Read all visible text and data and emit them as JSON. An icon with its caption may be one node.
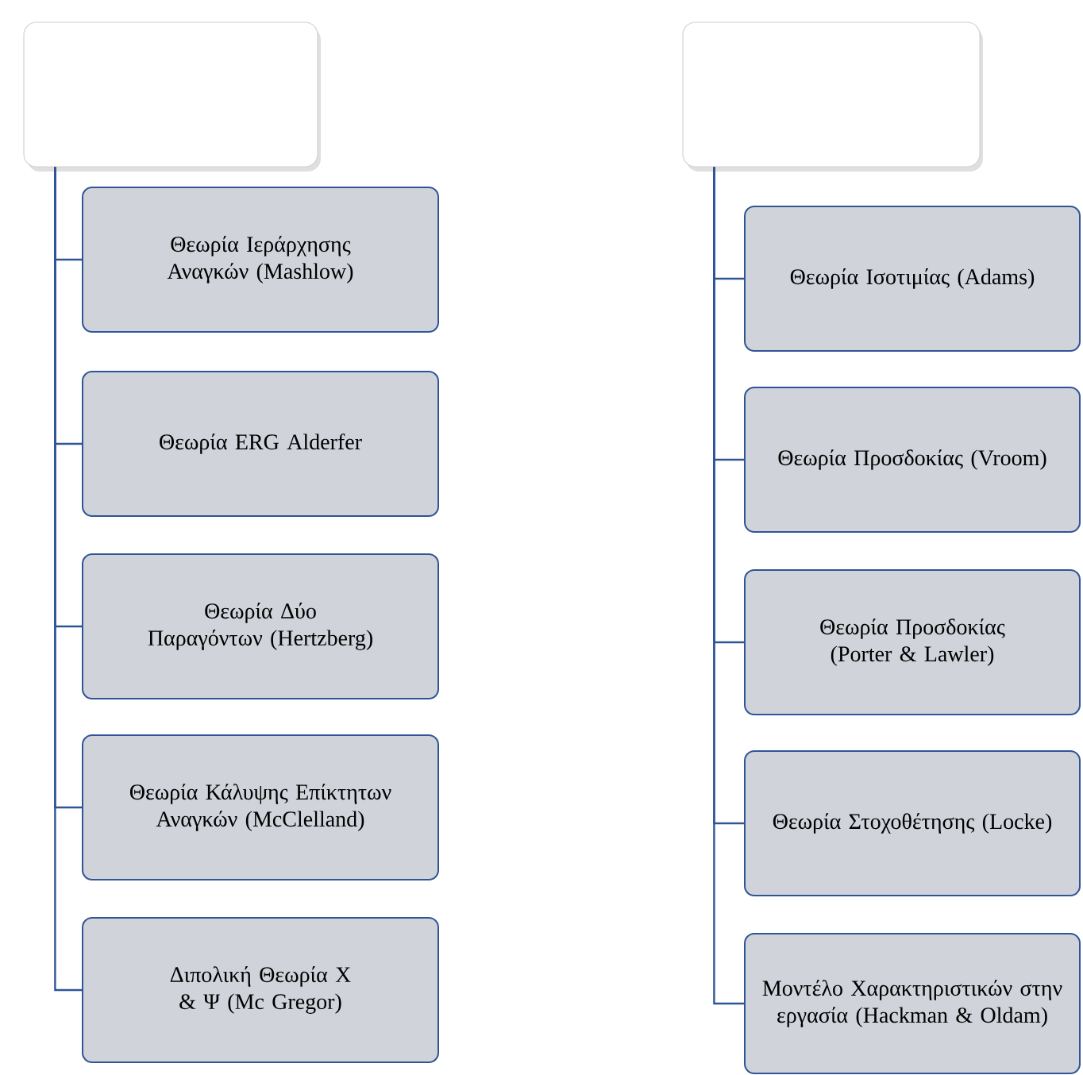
{
  "diagram": {
    "nodes": [
      {
        "text": [],
        "shape": "box"
      },
      {
        "text": [
          "Θεωρία Ιεράρχησης Αναγκών (Mashlow)"
        ]
      },
      {
        "text": [
          "Θεωρία ERG Alderfer"
        ]
      },
      {
        "text": [
          "Θεωρία Δύο Παραγόντων (Hertzberg)"
        ]
      },
      {
        "text": [
          "Θεωρία Κάλυψης Επίκτητων Αναγκών (McClelland)"
        ]
      },
      {
        "text": [
          "Διπολική Θεωρία Χ & Ψ (Mc Gregor)"
        ]
      },
      {
        "text": [],
        "shape": "box"
      },
      {
        "text": [
          "Θεωρία Ισοτιμίας (Adams)"
        ]
      },
      {
        "text": [
          "Θεωρία Προσδοκίας (Vroom)"
        ]
      },
      {
        "text": [
          "Θεωρία Προσδοκίας (Porter & Lawler)"
        ]
      },
      {
        "text": [
          "Θεωρία Στοχοθέτησης (Locke)"
        ]
      },
      {
        "text": [
          "Μοντέλο Χαρακτηριστικών στην εργασία (Hackman & Oldam)"
        ]
      }
    ],
    "edges": [
      {
        "from": 0,
        "to": 1,
        "arrow": "none"
      },
      {
        "from": 0,
        "to": 2,
        "arrow": "none"
      },
      {
        "from": 0,
        "to": 3,
        "arrow": "none"
      },
      {
        "from": 0,
        "to": 4,
        "arrow": "none"
      },
      {
        "from": 0,
        "to": 5,
        "arrow": "none"
      },
      {
        "from": 6,
        "to": 7,
        "arrow": "none"
      },
      {
        "from": 6,
        "to": 8,
        "arrow": "none"
      },
      {
        "from": 6,
        "to": 9,
        "arrow": "none"
      },
      {
        "from": 6,
        "to": 10,
        "arrow": "none"
      },
      {
        "from": 6,
        "to": 11,
        "arrow": "none"
      }
    ]
  }
}
